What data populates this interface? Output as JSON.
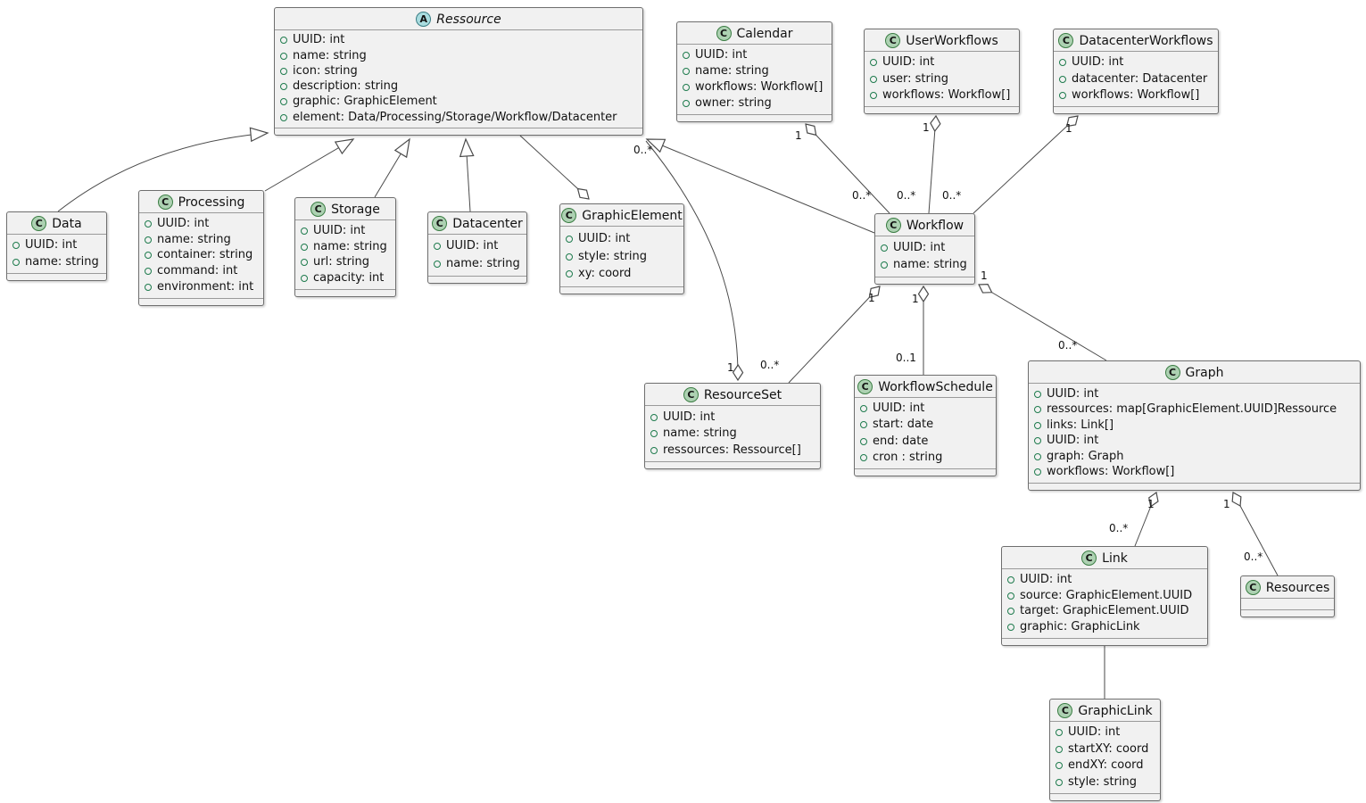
{
  "diagram": {
    "type": "uml-class-diagram",
    "colors": {
      "class_fill": "#F1F1F1",
      "class_border": "#6e6e6e",
      "class_icon_fill": "#ADD1B2",
      "abstract_icon_fill": "#A9DCDF",
      "field_visibility": "#1E7B4D",
      "edge": "#4a4a4a",
      "background": "#ffffff"
    }
  },
  "classes": {
    "ressource": {
      "icon_letter": "A",
      "stereotype": "abstract",
      "name": "Ressource",
      "attributes": [
        "UUID: int",
        "name: string",
        "icon: string",
        "description: string",
        "graphic: GraphicElement",
        "element: Data/Processing/Storage/Workflow/Datacenter"
      ]
    },
    "calendar": {
      "icon_letter": "C",
      "name": "Calendar",
      "attributes": [
        "UUID: int",
        "name: string",
        "workflows: Workflow[]",
        "owner: string"
      ]
    },
    "userworkflows": {
      "icon_letter": "C",
      "name": "UserWorkflows",
      "attributes": [
        "UUID: int",
        "user: string",
        "workflows: Workflow[]"
      ]
    },
    "datacenterworkflows": {
      "icon_letter": "C",
      "name": "DatacenterWorkflows",
      "attributes": [
        "UUID: int",
        "datacenter: Datacenter",
        "workflows: Workflow[]"
      ]
    },
    "data": {
      "icon_letter": "C",
      "name": "Data",
      "attributes": [
        "UUID: int",
        "name: string"
      ]
    },
    "processing": {
      "icon_letter": "C",
      "name": "Processing",
      "attributes": [
        "UUID: int",
        "name: string",
        "container: string",
        "command: int",
        "environment: int"
      ]
    },
    "storage": {
      "icon_letter": "C",
      "name": "Storage",
      "attributes": [
        "UUID: int",
        "name: string",
        "url: string",
        "capacity: int"
      ]
    },
    "datacenter": {
      "icon_letter": "C",
      "name": "Datacenter",
      "attributes": [
        "UUID: int",
        "name: string"
      ]
    },
    "graphicelement": {
      "icon_letter": "C",
      "name": "GraphicElement",
      "attributes": [
        "UUID: int",
        "style: string",
        "xy: coord"
      ]
    },
    "workflow": {
      "icon_letter": "C",
      "name": "Workflow",
      "attributes": [
        "UUID: int",
        "name: string"
      ]
    },
    "resourceset": {
      "icon_letter": "C",
      "name": "ResourceSet",
      "attributes": [
        "UUID: int",
        "name: string",
        "ressources: Ressource[]"
      ]
    },
    "workflowschedule": {
      "icon_letter": "C",
      "name": "WorkflowSchedule",
      "attributes": [
        "UUID: int",
        "start: date",
        "end: date",
        "cron : string"
      ]
    },
    "graph": {
      "icon_letter": "C",
      "name": "Graph",
      "attributes": [
        "UUID: int",
        "ressources: map[GraphicElement.UUID]Ressource",
        "links: Link[]",
        "UUID: int",
        "graph: Graph",
        "workflows: Workflow[]"
      ]
    },
    "link": {
      "icon_letter": "C",
      "name": "Link",
      "attributes": [
        "UUID: int",
        "source: GraphicElement.UUID",
        "target: GraphicElement.UUID",
        "graphic: GraphicLink"
      ]
    },
    "resources": {
      "icon_letter": "C",
      "name": "Resources",
      "attributes": []
    },
    "graphiclink": {
      "icon_letter": "C",
      "name": "GraphicLink",
      "attributes": [
        "UUID: int",
        "startXY: coord",
        "endXY: coord",
        "style: string"
      ]
    }
  },
  "relationships": [
    {
      "source": "Data",
      "target": "Ressource",
      "type": "generalization"
    },
    {
      "source": "Processing",
      "target": "Ressource",
      "type": "generalization"
    },
    {
      "source": "Storage",
      "target": "Ressource",
      "type": "generalization"
    },
    {
      "source": "Datacenter",
      "target": "Ressource",
      "type": "generalization"
    },
    {
      "source": "Workflow",
      "target": "Ressource",
      "type": "generalization"
    },
    {
      "source": "Ressource",
      "target": "GraphicElement",
      "type": "aggregation",
      "diamond_end": "GraphicElement"
    },
    {
      "source": "ResourceSet",
      "target": "Ressource",
      "type": "aggregation",
      "diamond_end": "ResourceSet",
      "diamond_card": "1",
      "other_card": "0..*"
    },
    {
      "source": "Calendar",
      "target": "Workflow",
      "type": "aggregation",
      "diamond_end": "Calendar",
      "diamond_card": "1",
      "other_card": "0..*"
    },
    {
      "source": "UserWorkflows",
      "target": "Workflow",
      "type": "aggregation",
      "diamond_end": "UserWorkflows",
      "diamond_card": "1",
      "other_card": "0..*"
    },
    {
      "source": "DatacenterWorkflows",
      "target": "Workflow",
      "type": "aggregation",
      "diamond_end": "DatacenterWorkflows",
      "diamond_card": "1",
      "other_card": "0..*"
    },
    {
      "source": "Workflow",
      "target": "ResourceSet",
      "type": "aggregation",
      "diamond_end": "Workflow",
      "diamond_card": "1",
      "other_card": "0..*"
    },
    {
      "source": "Workflow",
      "target": "WorkflowSchedule",
      "type": "aggregation",
      "diamond_end": "Workflow",
      "diamond_card": "1",
      "other_card": "0..1"
    },
    {
      "source": "Workflow",
      "target": "Graph",
      "type": "aggregation",
      "diamond_end": "Workflow",
      "diamond_card": "1",
      "other_card": "0..*"
    },
    {
      "source": "Graph",
      "target": "Link",
      "type": "aggregation",
      "diamond_end": "Graph",
      "diamond_card": "1",
      "other_card": "0..*"
    },
    {
      "source": "Graph",
      "target": "Resources",
      "type": "aggregation",
      "diamond_end": "Graph",
      "diamond_card": "1",
      "other_card": "0..*"
    },
    {
      "source": "Link",
      "target": "GraphicLink",
      "type": "association"
    }
  ]
}
